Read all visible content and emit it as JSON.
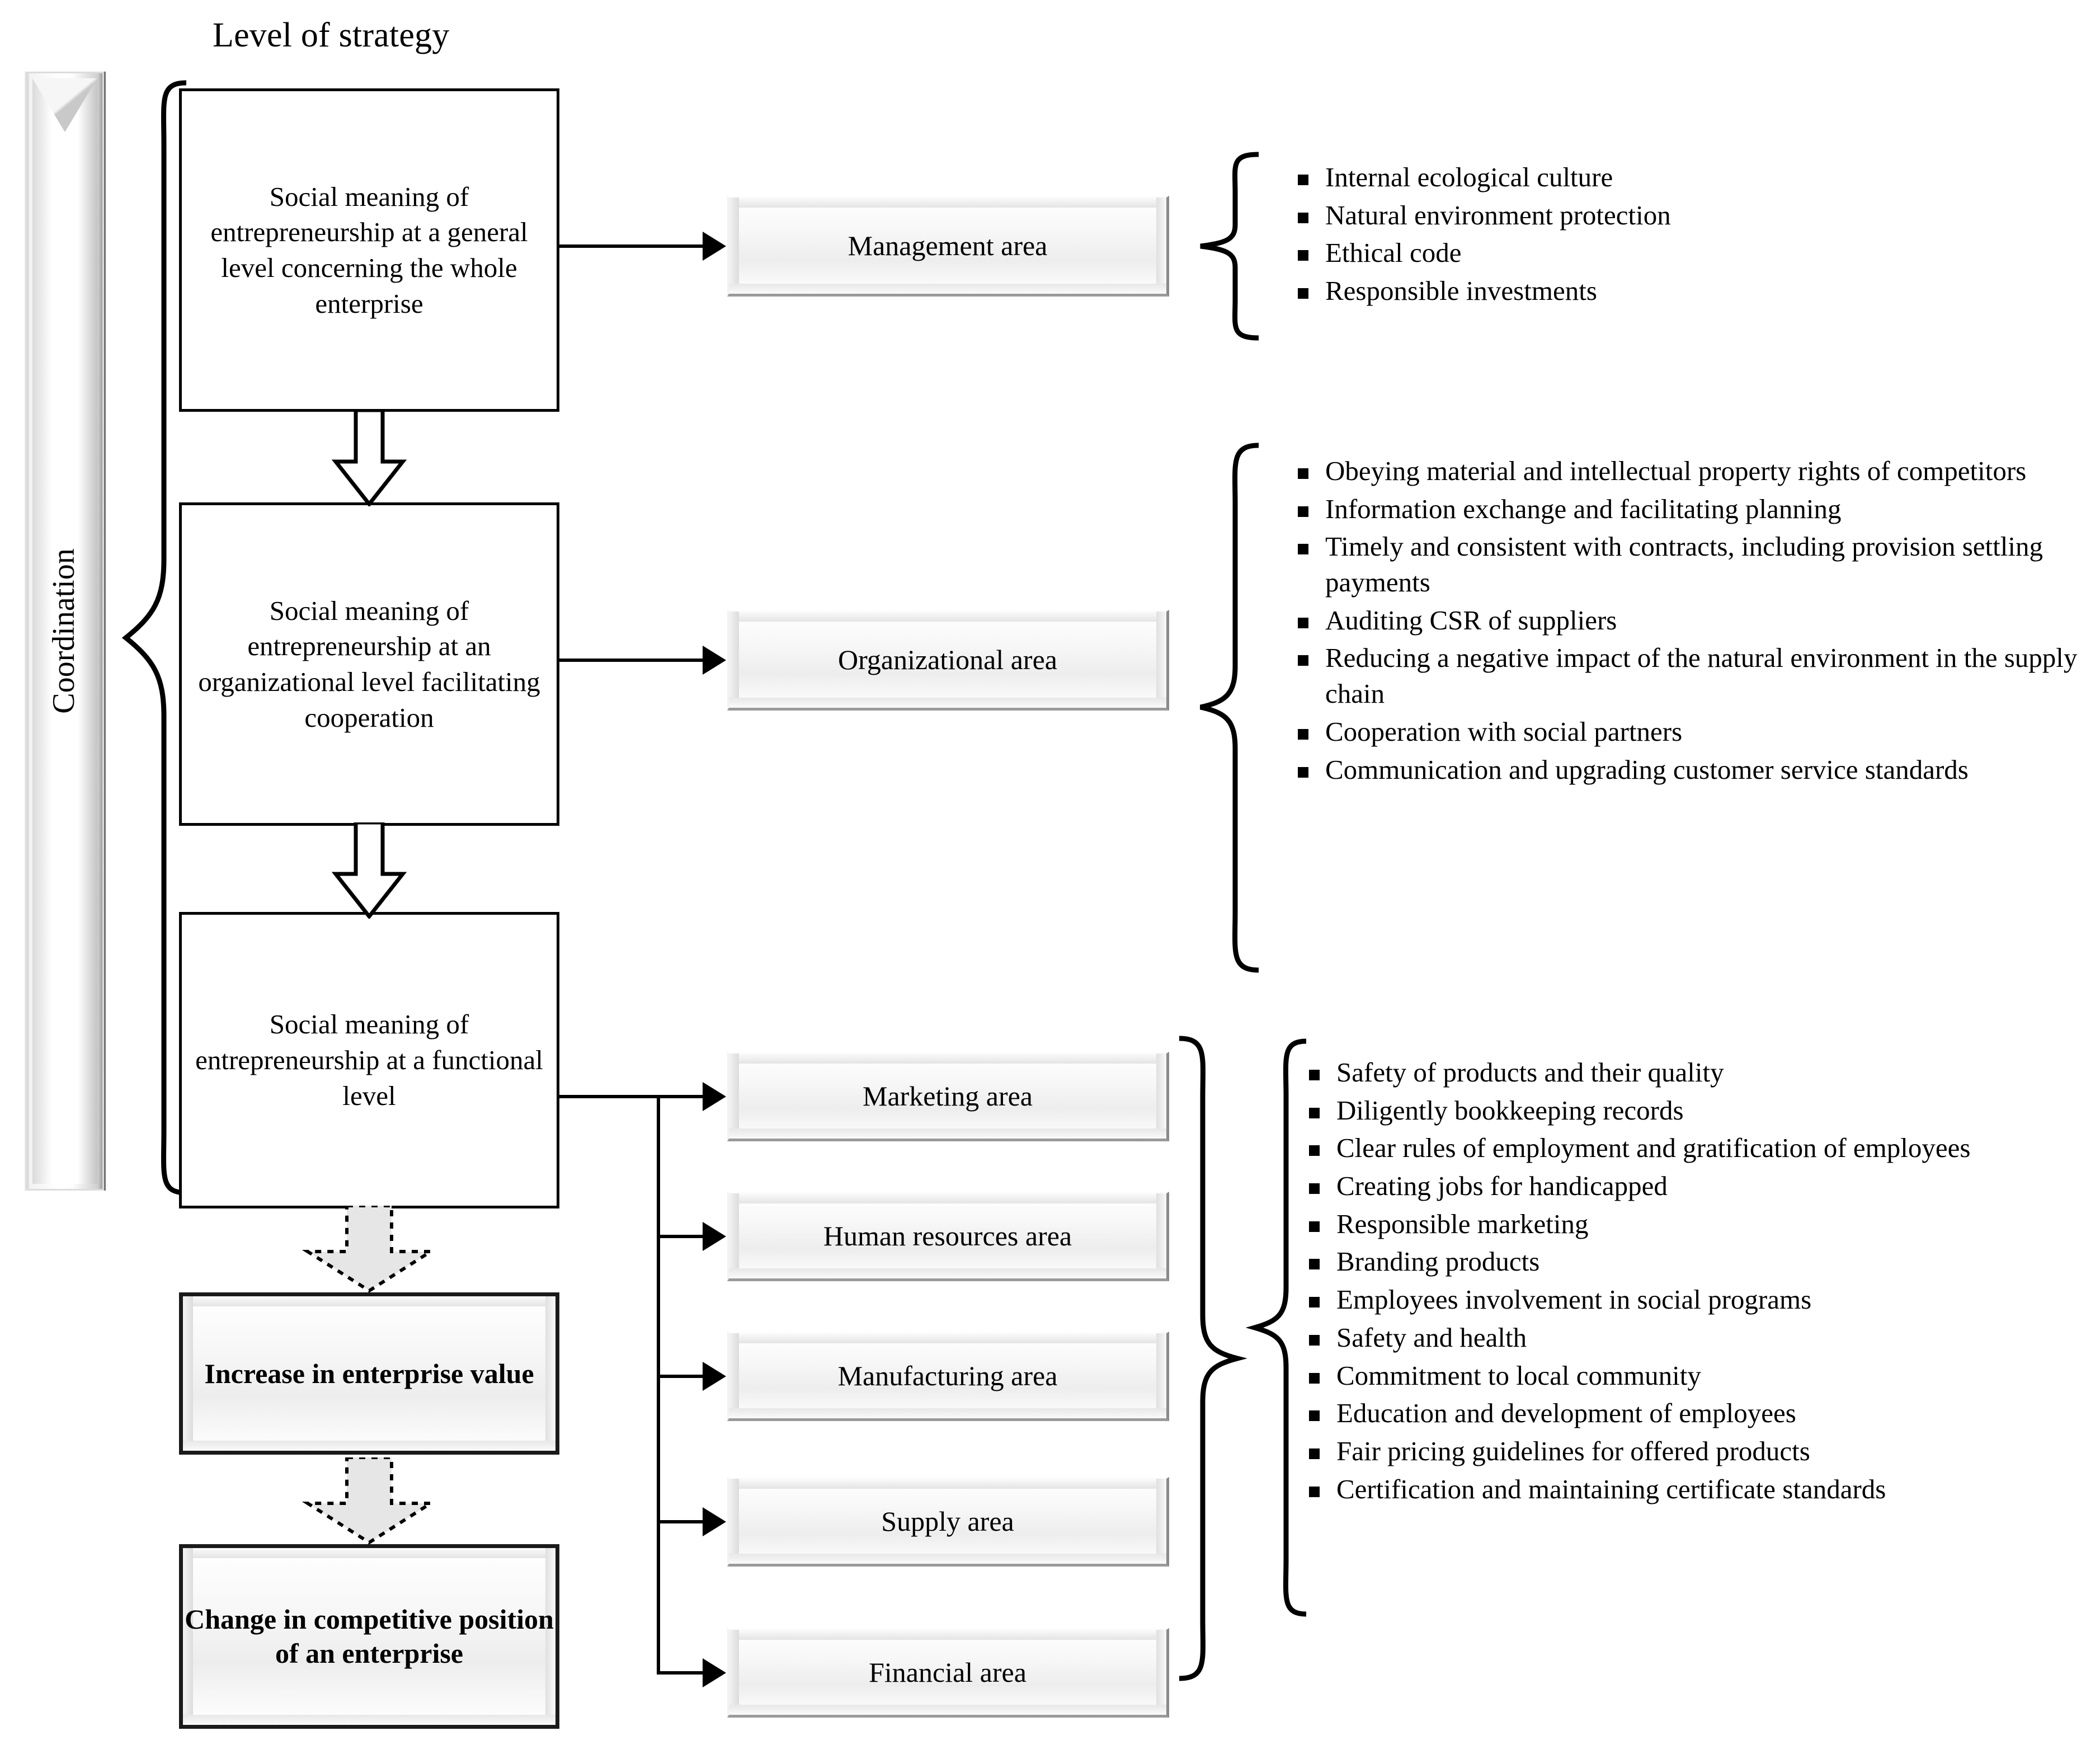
{
  "title": "Level of strategy",
  "side_bar": {
    "label": "Coordination"
  },
  "levels": [
    {
      "id": "general",
      "text": "Social meaning of entrepreneurship at a general level concerning the whole enterprise"
    },
    {
      "id": "organizational",
      "text": "Social meaning of entrepreneurship at an organizational level facilitating cooperation"
    },
    {
      "id": "functional",
      "text": "Social meaning of entrepreneurship at a functional level"
    }
  ],
  "areas": {
    "management": {
      "label": "Management area"
    },
    "organizational": {
      "label": "Organizational area"
    },
    "functional": [
      {
        "label": "Marketing area"
      },
      {
        "label": "Human resources area"
      },
      {
        "label": "Manufacturing area"
      },
      {
        "label": "Supply area"
      },
      {
        "label": "Financial area"
      }
    ]
  },
  "results": [
    {
      "label": "Increase in enterprise value"
    },
    {
      "label": "Change in competitive position of an enterprise"
    }
  ],
  "bullet_lists": {
    "management": [
      "Internal ecological culture",
      "Natural environment protection",
      "Ethical code",
      "Responsible investments"
    ],
    "organizational": [
      "Obeying material and intellectual property rights of competitors",
      "Information exchange and facilitating planning",
      "Timely and consistent with contracts, including provision settling payments",
      "Auditing CSR of suppliers",
      "Reducing a negative impact of the natural environment in the supply chain",
      "Cooperation with social partners",
      "Communication and upgrading customer service standards"
    ],
    "functional": [
      "Safety of products and their quality",
      "Diligently bookkeeping records",
      "Clear rules of employment and gratification of employees",
      "Creating jobs for handicapped",
      "Responsible marketing",
      "Branding products",
      "Employees involvement in social programs",
      "Safety and health",
      "Commitment to local community",
      "Education and development of employees",
      "Fair pricing guidelines for offered products",
      "Certification and maintaining certificate standards"
    ]
  },
  "colors": {
    "stroke": "#000000",
    "bevel_light": "#ffffff",
    "bevel_shadow": "#8a8a8a",
    "arrow_fill": "#e6e6e6"
  }
}
